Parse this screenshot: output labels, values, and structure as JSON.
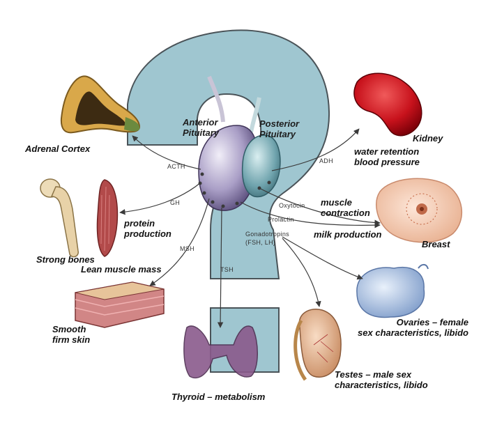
{
  "glands": {
    "anterior_pituitary": "Anterior\nPituitary",
    "posterior_pituitary": "Posterior\nPituitary"
  },
  "hormones": {
    "acth": "ACTH",
    "gh": "GH",
    "msh": "MSH",
    "tsh": "TSH",
    "adh": "ADH",
    "oxytocin": "Oxytocin",
    "prolactin": "Prolactin",
    "gonadotropins": "Gonadotropins\n(FSH, LH)"
  },
  "targets": {
    "adrenal_cortex": "Adrenal Cortex",
    "kidney": "Kidney",
    "water_retention": "water retention\nblood pressure",
    "muscle_contraction": "muscle\ncontraction",
    "milk_production": "milk production",
    "breast": "Breast",
    "protein_production": "protein\nproduction",
    "strong_bones": "Strong bones",
    "lean_muscle": "Lean muscle mass",
    "smooth_skin": "Smooth\nfirm skin",
    "ovaries": "Ovaries – female\nsex characteristics, libido",
    "testes": "Testes – male sex\ncharacteristics, libido",
    "thyroid": "Thyroid – metabolism"
  },
  "colors": {
    "question_mark_fill": "#9fc6d0",
    "question_mark_stroke": "#4a5358",
    "anterior_lobe": "#9a8fb8",
    "posterior_lobe": "#6fa3ad",
    "kidney": "#c8121c",
    "arrow": "#3a3a3a"
  }
}
